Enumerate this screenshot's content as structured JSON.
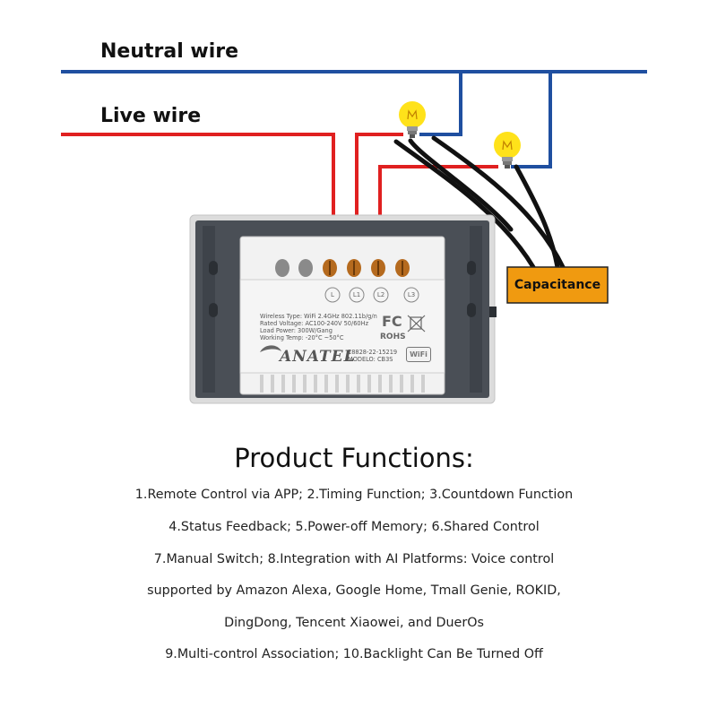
{
  "wires": {
    "neutral_label": "Neutral wire",
    "live_label": "Live wire",
    "capacitance_label": "Capacitance"
  },
  "device": {
    "terminals": [
      "L",
      "L1",
      "L2",
      "L3"
    ],
    "spec_lines": [
      "Wireless Type: WiFi 2.4GHz 802.11b/g/n",
      "Rated Voltage: AC100-240V 50/60Hz",
      "Load Power: 300W/Gang",
      "Working Temp: -20°C ~50°C"
    ],
    "fc_mark": "FC",
    "rohs_mark": "ROHS",
    "brand": "ANATEL",
    "cert_number": "18828-22-15219",
    "model": "MODELO: CB3S",
    "wifi_badge": "WiFi"
  },
  "functions": {
    "title": "Product Functions:",
    "lines": [
      "1.Remote Control via APP;  2.Timing Function;  3.Countdown Function",
      "4.Status Feedback;  5.Power-off Memory;  6.Shared Control",
      "7.Manual Switch;  8.Integration with AI Platforms: Voice control",
      "supported by Amazon Alexa, Google Home,  Tmall Genie, ROKID,",
      "DingDong, Tencent Xiaowei, and DuerOs",
      "9.Multi-control Association;  10.Backlight Can Be Turned Off"
    ]
  },
  "colors": {
    "neutral": "#1f4fa0",
    "live": "#e02020",
    "load_wire": "#111111",
    "capacitance_box": "#f09a10",
    "bulb": "#ffe21a"
  }
}
